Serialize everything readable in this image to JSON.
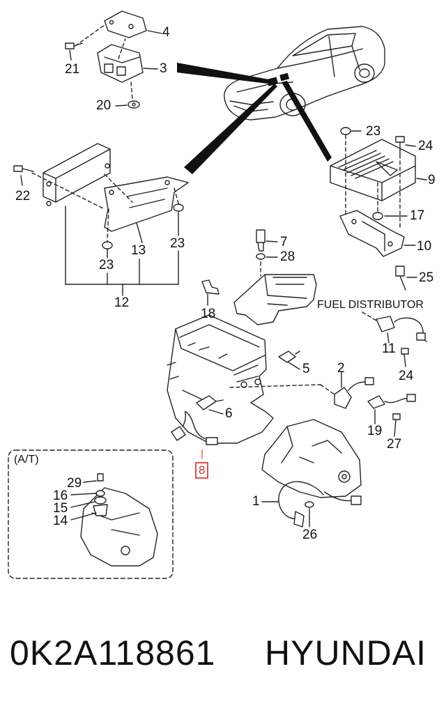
{
  "diagram": {
    "callouts": {
      "c1": "1",
      "c2": "2",
      "c3": "3",
      "c4": "4",
      "c5": "5",
      "c6": "6",
      "c7": "7",
      "c8": "8",
      "c9": "9",
      "c10": "10",
      "c11": "11",
      "c12": "12",
      "c13": "13",
      "c14": "14",
      "c15": "15",
      "c16": "16",
      "c17": "17",
      "c18": "18",
      "c19": "19",
      "c20": "20",
      "c21": "21",
      "c22": "22",
      "c23a": "23",
      "c23b": "23",
      "c23c": "23",
      "c24a": "24",
      "c24b": "24",
      "c25": "25",
      "c26": "26",
      "c27": "27",
      "c28": "28",
      "c29": "29"
    },
    "fuel_distributor_label": "FUEL DISTRIBUTOR",
    "at_label": "(A/T)",
    "highlight_color": "#e05050"
  },
  "caption": {
    "part_number": "0K2A118861",
    "brand": "HYUNDAI"
  }
}
